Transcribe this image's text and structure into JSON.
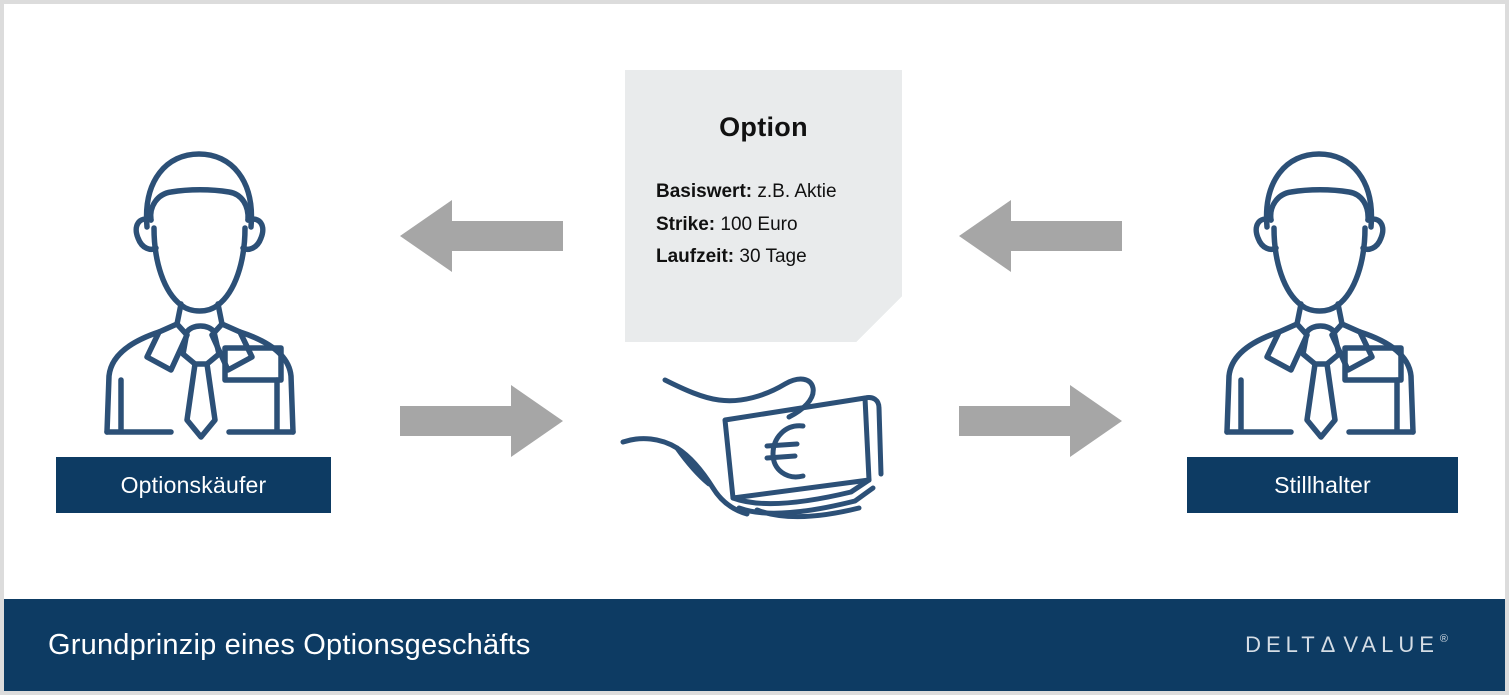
{
  "slide": {
    "frame_color": "#dcdcdc",
    "background": "#ffffff"
  },
  "colors": {
    "navy": "#0d3b63",
    "figure_stroke": "#2c5077",
    "arrow_gray": "#a6a6a6",
    "card_gray": "#e9ebec",
    "card_fold_shade": "#bcc0c2"
  },
  "actors": {
    "left": {
      "label": "Optionskäufer",
      "icon": "businessman-icon"
    },
    "right": {
      "label": "Stillhalter",
      "icon": "businessman-icon"
    }
  },
  "option_card": {
    "title": "Option",
    "rows": [
      {
        "label": "Basiswert:",
        "value": "z.B. Aktie"
      },
      {
        "label": "Strike:",
        "value": "100 Euro"
      },
      {
        "label": "Laufzeit:",
        "value": "30 Tage"
      }
    ]
  },
  "money": {
    "icon": "hand-holding-euro-banknotes-icon",
    "currency_symbol": "€"
  },
  "arrows": [
    {
      "name": "arrow-option-to-buyer-left",
      "direction": "left",
      "row": "top"
    },
    {
      "name": "arrow-option-from-writer",
      "direction": "left",
      "row": "top"
    },
    {
      "name": "arrow-premium-from-buyer",
      "direction": "right",
      "row": "bottom"
    },
    {
      "name": "arrow-premium-to-writer",
      "direction": "right",
      "row": "bottom"
    }
  ],
  "footer": {
    "title": "Grundprinzip eines Optionsgeschäfts",
    "logo": {
      "part1": "DELT",
      "delta": "Δ",
      "part2": "VALUE",
      "registered": "®"
    }
  }
}
